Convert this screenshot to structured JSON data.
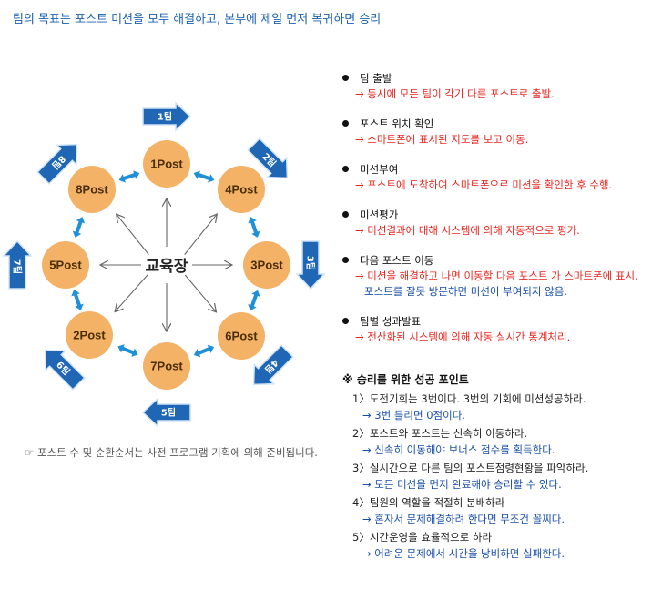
{
  "headline": "팀의 목표는 포스트 미션을 모두 해결하고, 본부에 제일 먼저 복귀하면 승리",
  "diagram": {
    "center": "교육장",
    "posts": [
      {
        "id": "post1",
        "label": "1Post"
      },
      {
        "id": "post4",
        "label": "4Post"
      },
      {
        "id": "post3",
        "label": "3Post"
      },
      {
        "id": "post6",
        "label": "6Post"
      },
      {
        "id": "post7",
        "label": "7Post"
      },
      {
        "id": "post2",
        "label": "2Post"
      },
      {
        "id": "post5",
        "label": "5Post"
      },
      {
        "id": "post8",
        "label": "8Post"
      }
    ],
    "teams": [
      {
        "id": "team1",
        "label": "1팀"
      },
      {
        "id": "team2",
        "label": "2팀"
      },
      {
        "id": "team3",
        "label": "3팀"
      },
      {
        "id": "team4",
        "label": "4팀"
      },
      {
        "id": "team5",
        "label": "5팀"
      },
      {
        "id": "team6",
        "label": "6팀"
      },
      {
        "id": "team7",
        "label": "7팀"
      },
      {
        "id": "team8",
        "label": "8팀"
      }
    ],
    "note": "☞ 포스트 수 및 순환순서는 사전 프로그램 기획에 의해 준비됩니다."
  },
  "steps": [
    {
      "title": "팀 출발",
      "desc": "→ 동시에 모든 팀이 각기 다른 포스트로 출발."
    },
    {
      "title": "포스트 위치 확인",
      "desc": "→ 스마트폰에  표시된 지도를 보고  이동."
    },
    {
      "title": "미션부여",
      "desc": "→ 포스트에 도착하여 스마트폰으로 미션을 확인한 후 수행."
    },
    {
      "title": "미션평가",
      "desc": "→ 미션결과에 대해 시스템에 의해 자동적으로 평가."
    },
    {
      "title": "다음 포스트 이동",
      "desc": "→ 미션을 해결하고 나면 이동할 다음 포스트 가 스마트폰에 표시.",
      "desc2": "포스트를 잘못 방문하면 미션이 부여되지 않음."
    },
    {
      "title": "팀별 성과발표",
      "desc": "→ 전산화된 시스템에 의해 자동 실시간  통계처리."
    }
  ],
  "points": {
    "title": "※ 승리를 위한 성공 포인트",
    "items": [
      {
        "text": "1〉도전기회는 3번이다. 3번의 기회에 미션성공하라.",
        "sub": "→ 3번 틀리면 0점이다."
      },
      {
        "text": "2〉포스트와 포스트는 신속히 이동하라.",
        "sub": "→ 신속히 이동해야 보너스 점수를 획득한다."
      },
      {
        "text": "3〉실시간으로 다른 팀의 포스트점령현황을 파악하라.",
        "sub": "→ 모든 미션을 먼저 완료해야 승리할 수 있다."
      },
      {
        "text": "4〉팀원의 역할을 적절히 분배하라",
        "sub": "→  혼자서 문제해결하려 한다면 무조건 꼴찌다."
      },
      {
        "text": "5〉시간운영을 효율적으로 하라",
        "sub": "→ 어려운 문제에서 시간을 낭비하면 실패한다."
      }
    ]
  },
  "colors": {
    "post_circle": "#f4b266",
    "link_arrow": "#1f8fd8",
    "team_arrow": "#1f67b4",
    "desc_red": "#e8251f",
    "desc_blue": "#1a4fa8",
    "headline_blue": "#1a5fb0"
  }
}
